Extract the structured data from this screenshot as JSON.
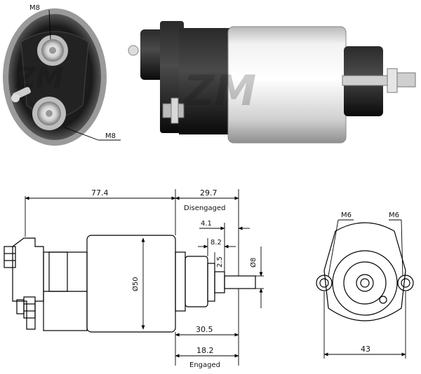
{
  "photo_views": {
    "end_view_terminals": {
      "top_thread": "M8",
      "bottom_thread": "M8"
    },
    "watermark": "ZM"
  },
  "side_view": {
    "overall_length": "77.4",
    "disengaged_length": "29.7",
    "disengaged_label": "Disengaged",
    "travel_4_1": "4.1",
    "gap_8_2": "8.2",
    "gap_2_5": "2.5",
    "plunger_diameter": "Ø8",
    "body_diameter": "Ø50",
    "engaged_30_5": "30.5",
    "engaged_length": "18.2",
    "engaged_label": "Engaged"
  },
  "end_view": {
    "left_hole": "M6",
    "right_hole": "M6",
    "hole_spacing": "43"
  }
}
